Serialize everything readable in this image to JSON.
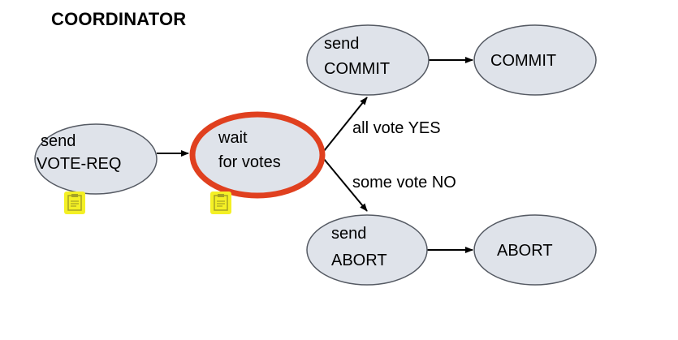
{
  "title": "COORDINATOR",
  "nodes": {
    "send_vote_req": {
      "lines": [
        "send",
        "VOTE-REQ"
      ]
    },
    "wait_for_votes": {
      "lines": [
        "wait",
        "for votes"
      ]
    },
    "send_commit": {
      "lines": [
        "send",
        "COMMIT"
      ]
    },
    "commit": {
      "lines": [
        "COMMIT"
      ]
    },
    "send_abort": {
      "lines": [
        "send",
        "ABORT"
      ]
    },
    "abort": {
      "lines": [
        "ABORT"
      ]
    }
  },
  "edges": {
    "all_vote_yes": "all vote YES",
    "some_vote_no": "some vote NO"
  },
  "colors": {
    "node_fill": "#dfe3ea",
    "node_stroke": "#555a63",
    "highlight": "#e0401f",
    "note_bg": "#f4f025",
    "note_fg": "#a6a225"
  },
  "icons": {
    "note_1": "note-icon",
    "note_2": "note-icon"
  }
}
